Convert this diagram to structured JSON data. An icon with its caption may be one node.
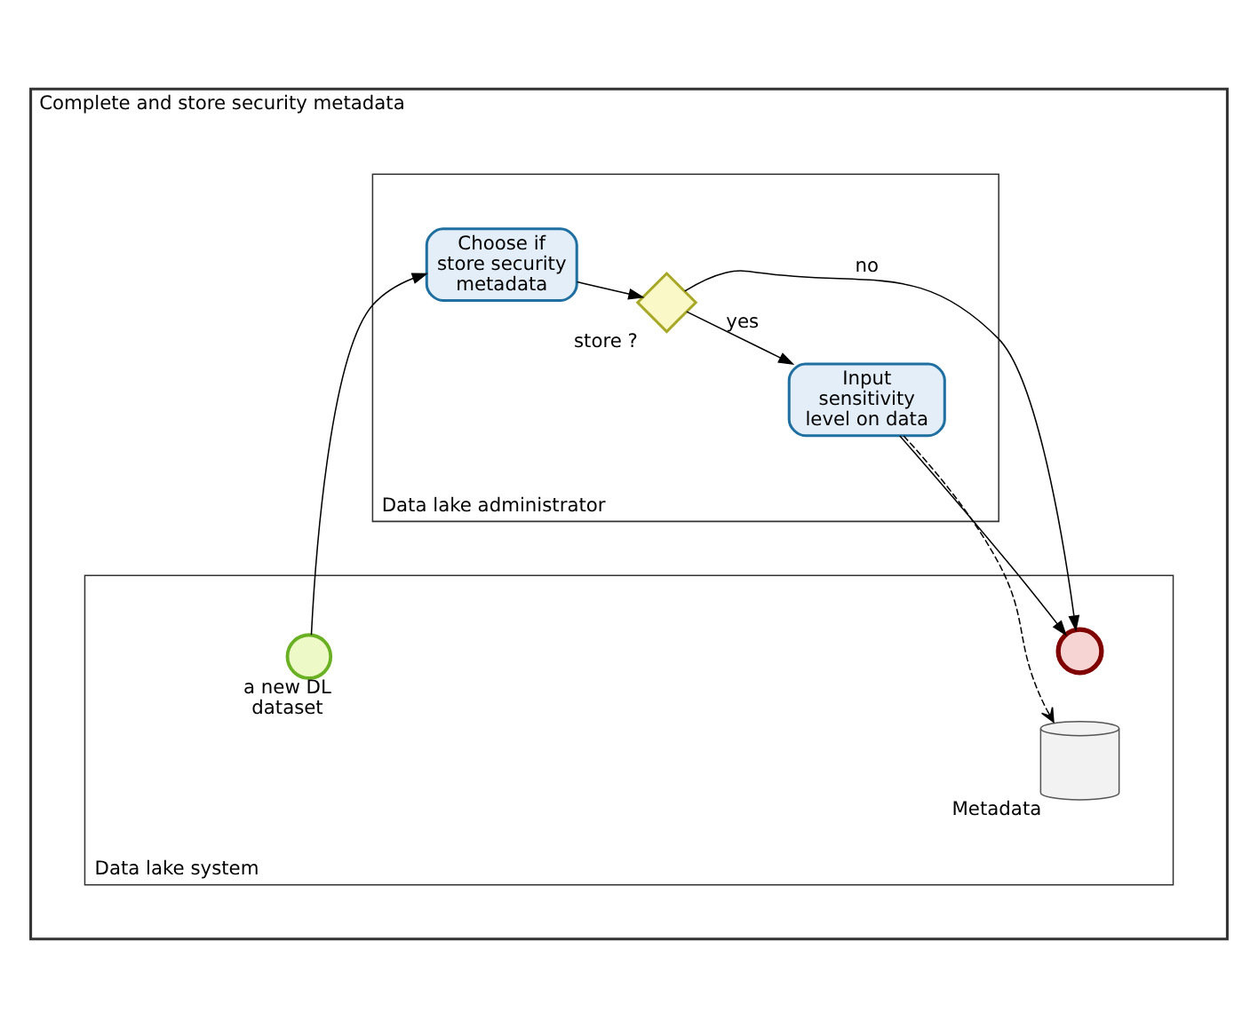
{
  "diagram": {
    "nodes": [
      {
        "text": [
          "Complete and store security metadata"
        ]
      },
      {
        "text": [
          "Data lake administrator"
        ],
        "in": 0
      },
      {
        "text": [
          "Data lake system"
        ],
        "in": 0
      },
      {
        "text": [],
        "shape": "circle",
        "beside": [
          "a new DL dataset"
        ],
        "in": 2
      },
      {
        "text": [
          "Choose if store security metadata"
        ],
        "in": 1
      },
      {
        "text": [],
        "shape": "diamond",
        "beside": [
          "store ?"
        ],
        "in": 1
      },
      {
        "text": [
          "Input sensitivity level on data"
        ],
        "in": 1
      },
      {
        "text": [],
        "shape": "circle",
        "in": 2
      },
      {
        "text": [],
        "shape": "cylinder",
        "beside": [
          "Metadata"
        ],
        "in": 2
      }
    ],
    "edges": [
      {
        "from": 3,
        "to": 4,
        "arrow": "to"
      },
      {
        "from": 4,
        "to": 5,
        "arrow": "to"
      },
      {
        "from": 5,
        "to": 6,
        "label": "yes",
        "arrow": "to"
      },
      {
        "from": 5,
        "to": 7,
        "label": "no",
        "arrow": "to"
      },
      {
        "from": 6,
        "to": 7,
        "arrow": "to"
      },
      {
        "from": 6,
        "to": 8,
        "arrow": "to",
        "style": "dashed"
      }
    ]
  }
}
